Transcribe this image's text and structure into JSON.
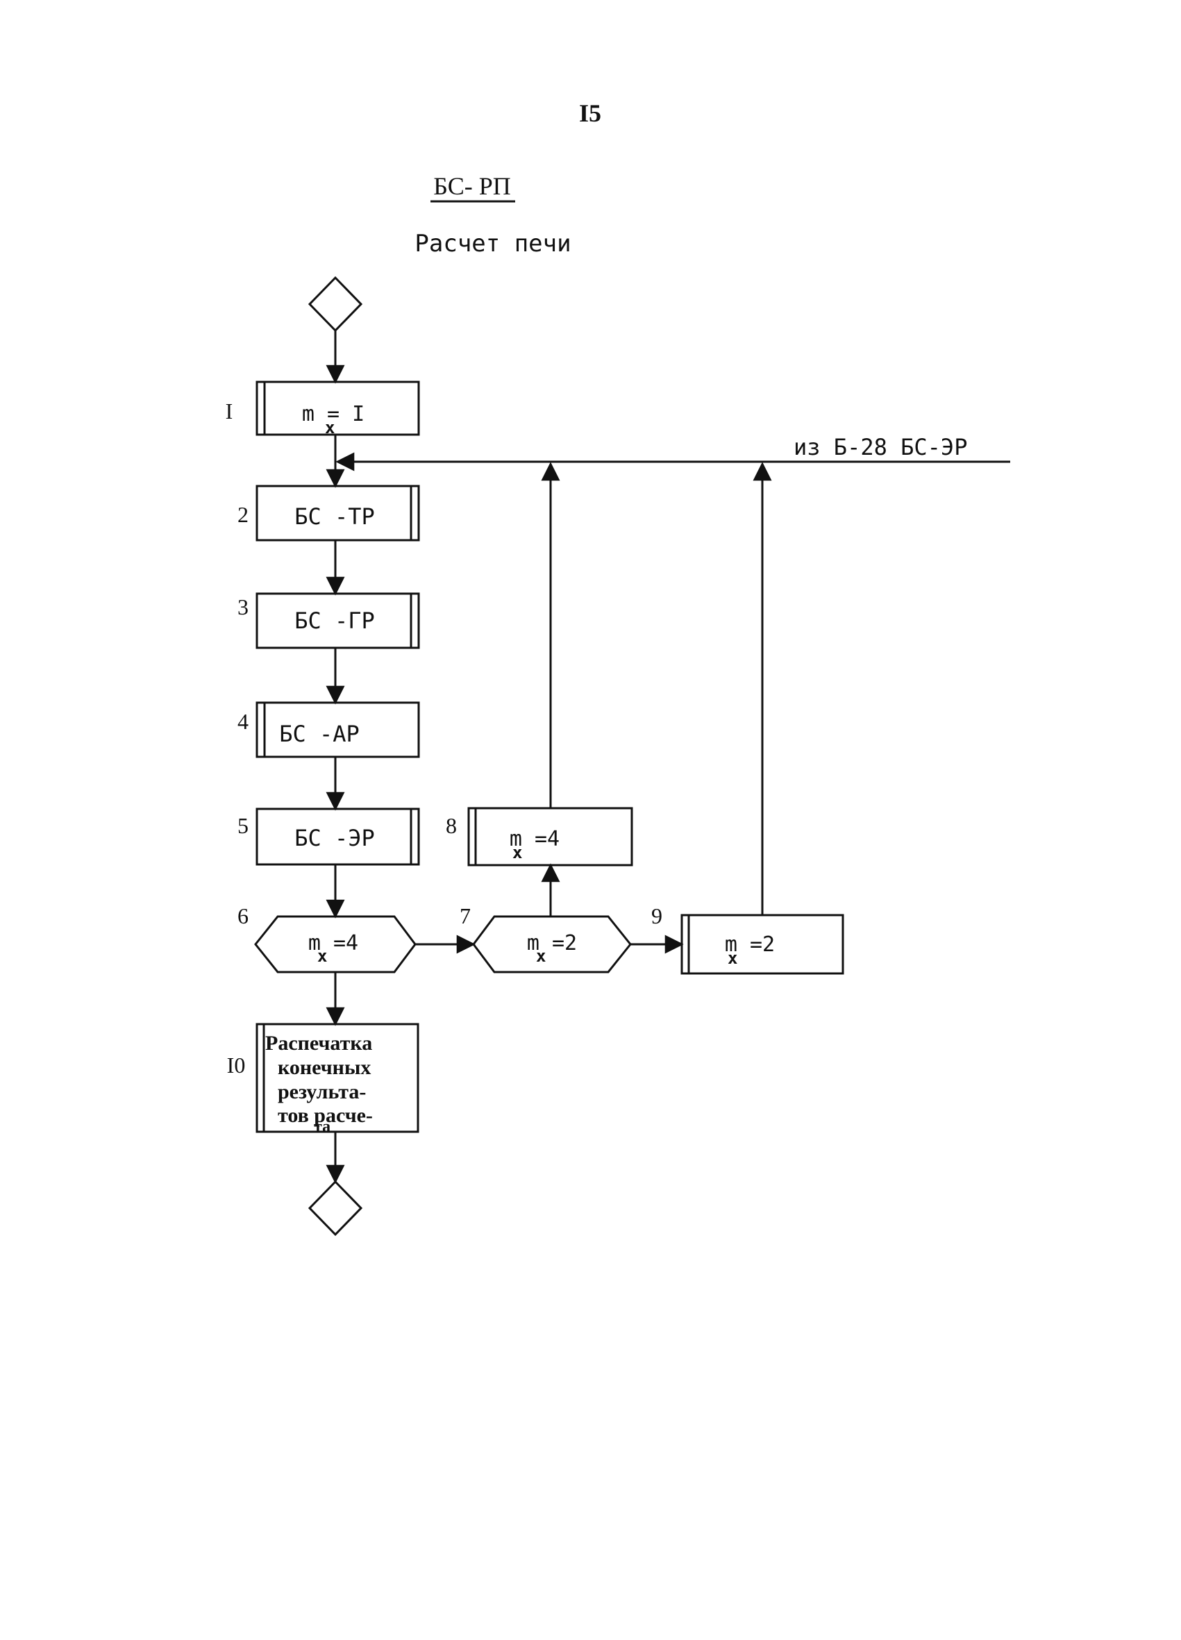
{
  "page_number": "I5",
  "doc_code": "БС- РП",
  "doc_title": "Расчет печи",
  "incoming": {
    "label": "из Б-28 БС-ЭР"
  },
  "blocks": [
    {
      "num": "I",
      "text": "m  = I"
    },
    {
      "num": "2",
      "text": "БС -ТР"
    },
    {
      "num": "3",
      "text": "БС -ГР"
    },
    {
      "num": "4",
      "text": "БС -АР"
    },
    {
      "num": "5",
      "text": "БС -ЭР"
    },
    {
      "num": "6",
      "text": "m =4"
    },
    {
      "num": "7",
      "text": "m =2"
    },
    {
      "num": "8",
      "text": "m  =4"
    },
    {
      "num": "9",
      "text": "m  =2"
    },
    {
      "num": "I0",
      "lines": [
        "Распечатка",
        "конечных",
        "результа-",
        "тов расче-"
      ],
      "tail": "та"
    }
  ],
  "subscript": "x"
}
